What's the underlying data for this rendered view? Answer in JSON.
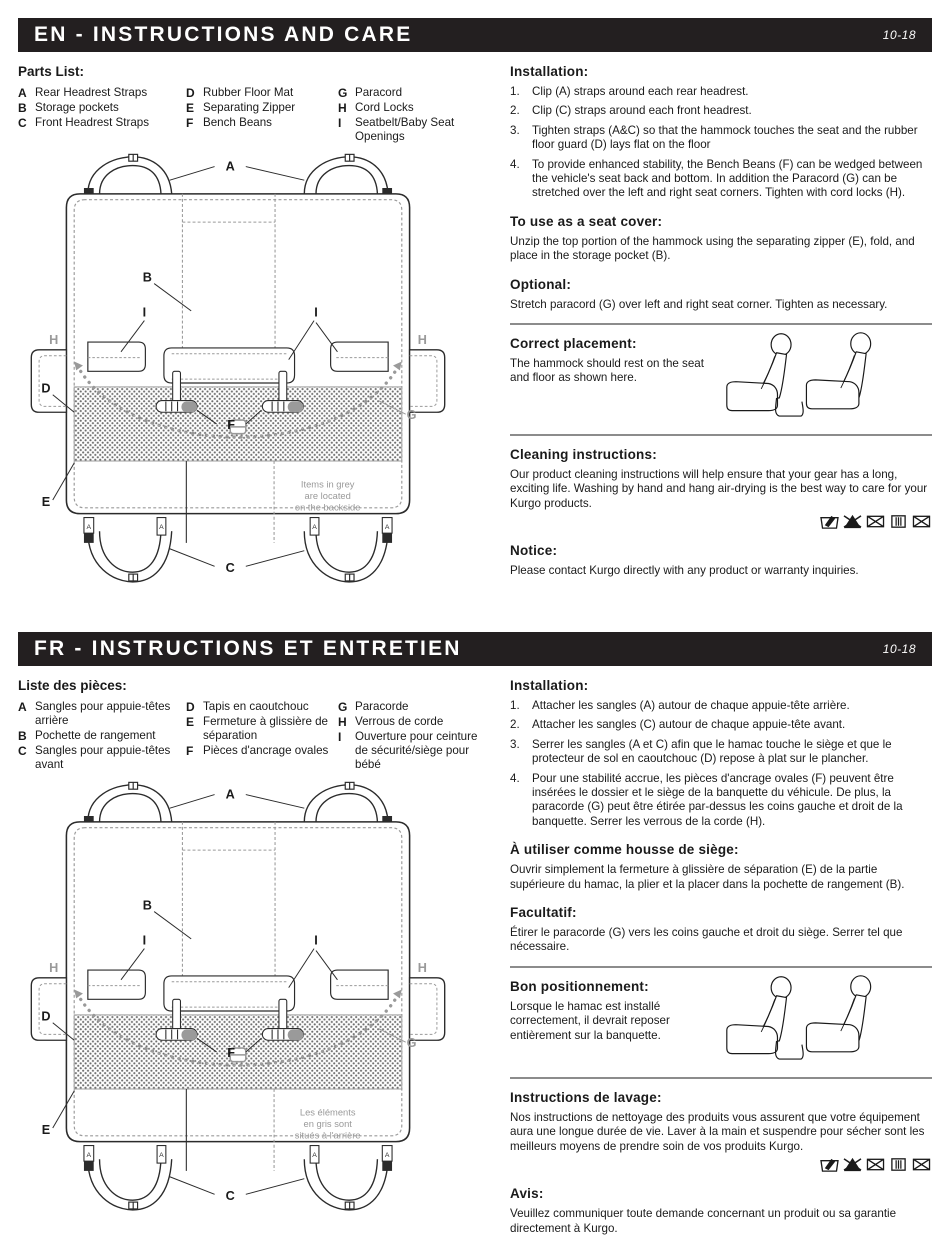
{
  "sections": [
    {
      "id": "en",
      "header": {
        "title": "EN - INSTRUCTIONS AND CARE",
        "date": "10-18"
      },
      "parts": {
        "title": "Parts List:",
        "columns": [
          [
            {
              "key": "A",
              "label": "Rear Headrest Straps"
            },
            {
              "key": "B",
              "label": "Storage pockets"
            },
            {
              "key": "C",
              "label": "Front Headrest Straps"
            }
          ],
          [
            {
              "key": "D",
              "label": "Rubber Floor Mat"
            },
            {
              "key": "E",
              "label": "Separating Zipper"
            },
            {
              "key": "F",
              "label": "Bench Beans"
            }
          ],
          [
            {
              "key": "G",
              "label": "Paracord"
            },
            {
              "key": "H",
              "label": "Cord Locks"
            },
            {
              "key": "I",
              "label": "Seatbelt/Baby Seat Openings"
            }
          ]
        ]
      },
      "diagram": {
        "note": [
          "Items in grey",
          "are located",
          "on the backside"
        ],
        "callouts": [
          "A",
          "B",
          "C",
          "D",
          "E",
          "F",
          "G",
          "H",
          "I"
        ]
      },
      "installation": {
        "title": "Installation:",
        "steps": [
          "Clip (A) straps around each rear headrest.",
          "Clip (C) straps around each front headrest.",
          "Tighten straps (A&C) so that the hammock touches the seat and the rubber floor guard (D) lays flat on the floor",
          "To provide enhanced stability, the Bench Beans (F) can be wedged between the vehicle's seat back and bottom. In addition the Paracord (G) can be stretched over the left and right seat corners. Tighten with cord locks (H)."
        ]
      },
      "seat_cover": {
        "title": "To use as a seat cover:",
        "body": "Unzip the top portion of the hammock using the separating zipper (E), fold, and place in the storage pocket (B)."
      },
      "optional": {
        "title": "Optional:",
        "body": "Stretch paracord (G) over left and right seat corner. Tighten as necessary."
      },
      "placement": {
        "title": "Correct placement:",
        "body": "The hammock should rest on the seat and floor as shown here."
      },
      "cleaning": {
        "title": "Cleaning instructions:",
        "body": "Our product cleaning instructions will help ensure that your gear has a long, exciting life. Washing by hand and hang air-drying is the best way to care for your Kurgo products."
      },
      "notice": {
        "title": "Notice:",
        "body": "Please contact Kurgo directly with any product or warranty inquiries."
      }
    },
    {
      "id": "fr",
      "header": {
        "title": "FR - INSTRUCTIONS ET ENTRETIEN",
        "date": "10-18"
      },
      "parts": {
        "title": "Liste des pièces:",
        "columns": [
          [
            {
              "key": "A",
              "label": "Sangles pour appuie-têtes arrière"
            },
            {
              "key": "B",
              "label": "Pochette de rangement"
            },
            {
              "key": "C",
              "label": "Sangles pour appuie-têtes avant"
            }
          ],
          [
            {
              "key": "D",
              "label": "Tapis en caoutchouc"
            },
            {
              "key": "E",
              "label": "Fermeture à glissière de séparation"
            },
            {
              "key": "F",
              "label": "Pièces d'ancrage ovales"
            }
          ],
          [
            {
              "key": "G",
              "label": "Paracorde"
            },
            {
              "key": "H",
              "label": "Verrous de corde"
            },
            {
              "key": "I",
              "label": "Ouverture pour ceinture de sécurité/siège pour bébé"
            }
          ]
        ]
      },
      "diagram": {
        "note": [
          "Les éléments",
          "en gris sont",
          "situés à l'arrière"
        ],
        "callouts": [
          "A",
          "B",
          "C",
          "D",
          "E",
          "F",
          "G",
          "H",
          "I"
        ]
      },
      "installation": {
        "title": "Installation:",
        "steps": [
          "Attacher les sangles (A) autour de chaque appuie-tête arrière.",
          "Attacher les sangles (C) autour de chaque appuie-tête avant.",
          "Serrer les sangles (A et C) afin que le hamac touche le siège et que le protecteur de sol en caoutchouc (D) repose à plat sur le plancher.",
          "Pour une stabilité accrue, les pièces d'ancrage ovales (F) peuvent être insérées le dossier et le siège de la banquette du véhicule. De plus, la paracorde (G) peut être étirée par-dessus les coins gauche et droit de la banquette. Serrer les verrous de la corde (H)."
        ]
      },
      "seat_cover": {
        "title": "À utiliser comme housse de siège:",
        "body": "Ouvrir simplement la fermeture à glissière de séparation (E) de la partie supérieure du hamac, la plier et la placer dans la pochette de rangement (B)."
      },
      "optional": {
        "title": "Facultatif:",
        "body": "Étirer le paracorde (G) vers les coins gauche et droit du siège. Serrer tel que nécessaire."
      },
      "placement": {
        "title": "Bon positionnement:",
        "body": "Lorsque le hamac est installé correctement, il devrait reposer entièrement sur la banquette."
      },
      "cleaning": {
        "title": "Instructions de lavage:",
        "body": "Nos instructions de nettoyage des produits vous assurent que votre équipement aura une longue durée de vie. Laver à la main et suspendre pour sécher sont les meilleurs moyens de prendre soin de vos produits Kurgo."
      },
      "notice": {
        "title": "Avis:",
        "body": "Veuillez communiquer toute demande concernant un produit ou sa garantie directement à Kurgo."
      }
    }
  ],
  "care_icons": [
    {
      "name": "hand-wash-icon"
    },
    {
      "name": "do-not-bleach-icon"
    },
    {
      "name": "do-not-tumble-dry-icon"
    },
    {
      "name": "line-dry-icon"
    },
    {
      "name": "do-not-iron-icon"
    }
  ],
  "colors": {
    "bar_bg": "#231f20",
    "bar_text": "#ffffff",
    "rule": "#8c8c8c",
    "grey_item": "#9a9a9a",
    "body_text": "#1a1a1a"
  }
}
